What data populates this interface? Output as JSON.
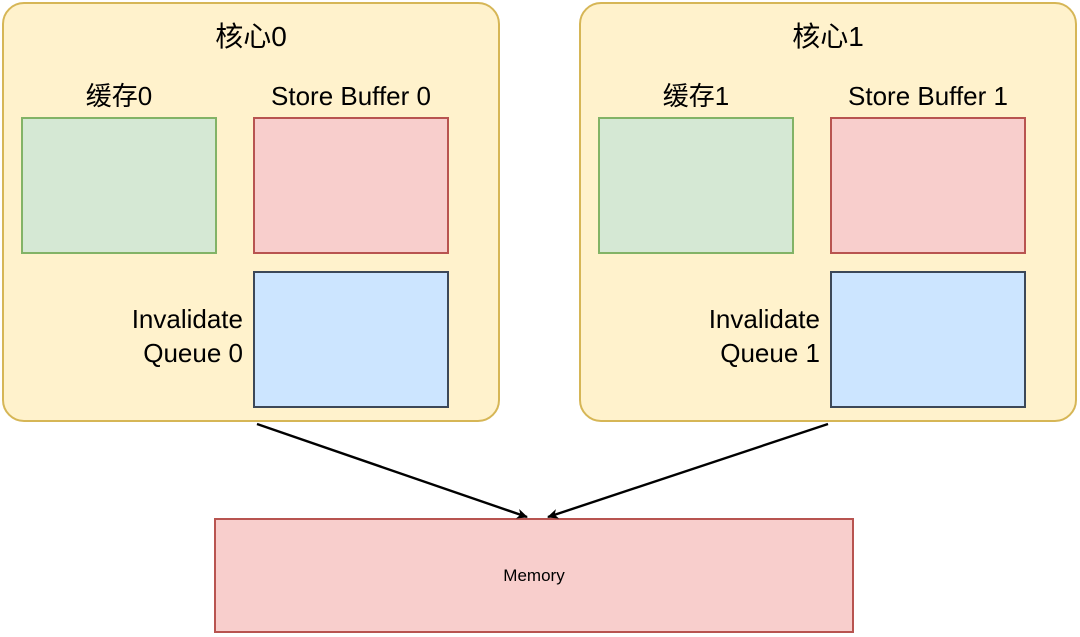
{
  "diagram": {
    "title_hidden": "",
    "cores": [
      {
        "id": "core-0",
        "title": "核心0",
        "cache_label": "缓存0",
        "store_buffer_label": "Store Buffer 0",
        "invalidate_queue_label": "Invalidate\nQueue 0"
      },
      {
        "id": "core-1",
        "title": "核心1",
        "cache_label": "缓存1",
        "store_buffer_label": "Store Buffer 1",
        "invalidate_queue_label": "Invalidate\nQueue 1"
      }
    ],
    "memory": {
      "label": "Memory"
    },
    "arrows": [
      {
        "name": "core-0-to-memory",
        "from": "core-0",
        "to": "memory"
      },
      {
        "name": "core-1-to-memory",
        "from": "core-1",
        "to": "memory"
      }
    ],
    "colors": {
      "core_fill": "#fff2cc",
      "core_stroke": "#d6b656",
      "cache_fill": "#d5e8d4",
      "cache_stroke": "#82b366",
      "store_buffer_fill": "#f8cecc",
      "store_buffer_stroke": "#b85450",
      "invalidate_queue_fill": "#cce5ff",
      "invalidate_queue_stroke": "#3c4858",
      "memory_fill": "#f8cecc",
      "memory_stroke": "#b85450",
      "arrow_stroke": "#000000",
      "background": "#ffffff"
    }
  }
}
